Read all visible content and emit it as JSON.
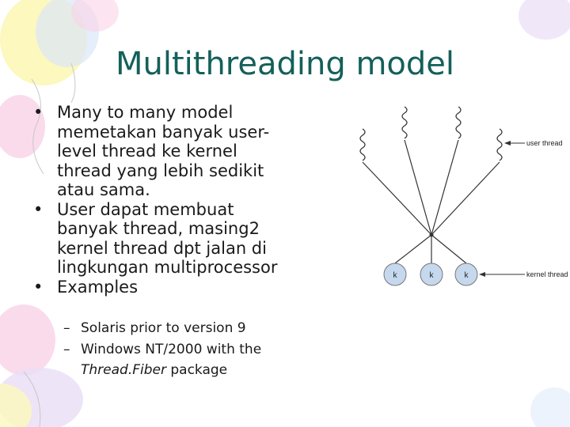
{
  "slide": {
    "title": "Multithreading model",
    "bullets": [
      {
        "lines": [
          "Many to many model",
          "memetakan banyak user-",
          "level thread ke kernel",
          "thread yang  lebih sedikit",
          "atau sama."
        ]
      },
      {
        "lines": [
          "User dapat membuat",
          "banyak thread, masing2",
          "kernel thread dpt jalan di",
          "lingkungan multiprocessor"
        ]
      },
      {
        "lines": [
          "Examples"
        ]
      }
    ],
    "sub_bullets": [
      {
        "text": "Solaris prior to version 9"
      },
      {
        "text": "Windows NT/2000 with the"
      },
      {
        "italic": "Thread.Fiber",
        "text": " package"
      }
    ],
    "bullet_symbol": "•",
    "dash_symbol": "–"
  },
  "diagram": {
    "user_label": "user thread",
    "kernel_label": "kernel thread",
    "kernel_nodes": [
      "k",
      "k",
      "k"
    ],
    "user_thread_count": 4
  },
  "colors": {
    "title": "#14605a",
    "text": "#1a1a1a",
    "kernel_fill": "#c6d8ee",
    "balloon_yellow": "#fbf6a8",
    "balloon_pink": "#f8c4de",
    "balloon_blue": "#cfe0f8",
    "balloon_lilac": "#e2d2f4"
  }
}
